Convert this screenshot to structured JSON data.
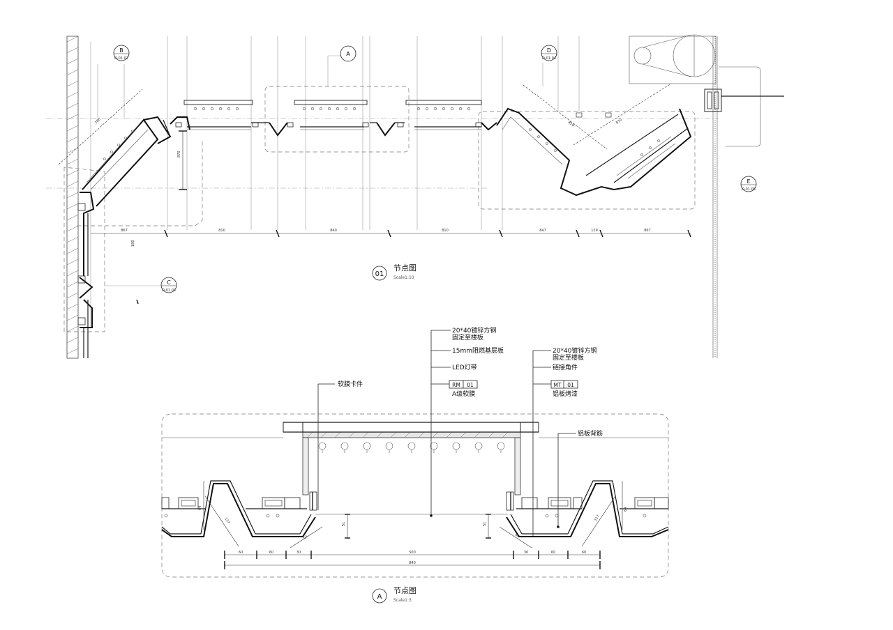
{
  "plan": {
    "title": "节点图",
    "number": "01",
    "scale": "Scale1:10",
    "callouts": [
      {
        "letter": "B",
        "ref": "D-01.02"
      },
      {
        "letter": "A",
        "ref": ""
      },
      {
        "letter": "D",
        "ref": "D-01.04"
      },
      {
        "letter": "E",
        "ref": "D-01.05"
      },
      {
        "letter": "C",
        "ref": "D-01.03"
      }
    ],
    "dimensions": [
      "867",
      "810",
      "840",
      "810",
      "847",
      "129",
      "867"
    ],
    "small_labels": [
      "780",
      "870",
      "810",
      "870",
      "180"
    ]
  },
  "section": {
    "title": "节点图",
    "number": "A",
    "scale": "Scale1:3",
    "notes": {
      "steel_left_line1": "20*40镀锌方钢",
      "steel_left_line2": "固定至楼板",
      "base_board": "15mm阻燃基层板",
      "led": "LED灯带",
      "rm_code": "RM",
      "rm_num": "01",
      "rm_desc": "A级软膜",
      "clip": "软膜卡件",
      "steel_right_line1": "20*40镀锌方钢",
      "steel_right_line2": "固定至楼板",
      "angle": "链接角件",
      "mt_code": "MT",
      "mt_num": "01",
      "mt_desc": "铝板烤漆",
      "rib": "铝板背筋"
    },
    "dimensions": {
      "bottom_parts": [
        "60",
        "60",
        "30",
        "500",
        "30",
        "60",
        "60"
      ],
      "bottom_total": "840",
      "left_h": "51",
      "right_h": "51",
      "slope": "117",
      "slope_r": "117",
      "diag_small": "64",
      "diag_small_r": "64",
      "side_left": "64",
      "side_right": "64"
    }
  }
}
